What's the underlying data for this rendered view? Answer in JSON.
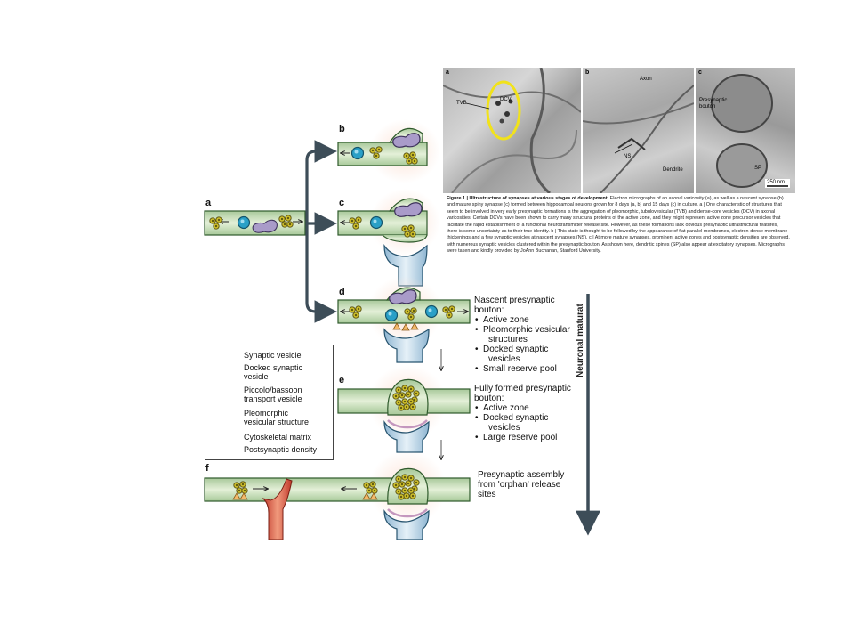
{
  "panels": {
    "a": "a",
    "b": "b",
    "c": "c",
    "d": "d",
    "e": "e",
    "f": "f"
  },
  "descriptions": {
    "d": {
      "title_line1": "Nascent presynaptic",
      "title_line2": "bouton:",
      "items": [
        "Active zone",
        "Pleomorphic vesicular",
        "structures",
        "Docked synaptic",
        "vesicles",
        "Small reserve pool"
      ]
    },
    "e": {
      "title_line1": "Fully formed presynaptic",
      "title_line2": "bouton:",
      "items": [
        "Active zone",
        "Docked synaptic",
        "vesicles",
        "Large reserve pool"
      ]
    },
    "f": {
      "line1": "Presynaptic assembly",
      "line2": "from 'orphan' release",
      "line3": "sites"
    }
  },
  "legend": {
    "synaptic_vesicle": "Synaptic vesicle",
    "docked_1": "Docked synaptic",
    "docked_2": "vesicle",
    "piccolo_1": "Piccolo/bassoon",
    "piccolo_2": "transport vesicle",
    "pleo_1": "Pleomorphic",
    "pleo_2": "vesicular structure",
    "cytoskeletal": "Cytoskeletal matrix",
    "postsynaptic": "Postsynaptic density"
  },
  "axis": {
    "label": "Neuronal maturat"
  },
  "figure": {
    "panel_a_letter": "a",
    "panel_b_letter": "b",
    "panel_c_letter": "c",
    "tvb": "TVB",
    "dcv": "DCV",
    "axon": "Axon",
    "ns": "NS",
    "dendrite": "Dendrite",
    "presynaptic_1": "Presynaptic",
    "presynaptic_2": "bouton",
    "sp": "SP",
    "scale": "250 nm",
    "caption_bold": "Figure 1 | Ultrastructure of synapses at various stages of development.",
    "caption_rest": " Electron micrographs of an axonal varicosity (a), as well as a nascent synapse (b) and mature spiny synapse (c) formed between hippocampal neurons grown for 8 days (a, b) and 15 days (c) in culture. a | One characteristic of structures that seem to be involved in very early presynaptic formations is the aggregation of pleomorphic, tubulovesicular (TVB) and dense-core vesicles (DCV) in axonal varicosities. Certain DCVs have been shown to carry many structural proteins of the active zone, and they might represent active zone precursor vesicles that facilitate the rapid establishment of a functional neurotransmitter release site. However, as these formations lack obvious presynaptic ultrastructural features, there is some uncertainty as to their true identity. b | This state is thought to be followed by the appearance of flat parallel membranes, electron-dense membrane thickenings and a few synaptic vesicles at nascent synapses (NS). c | At more mature synapses, prominent active zones and postsynaptic densities are observed, with numerous synaptic vesicles clustered within the presynaptic bouton. As shown here, dendritic spines (SP) also appear at excitatory synapses. Micrographs were taken and kindly provided by JoAnn Buchanan, Stanford University."
  }
}
